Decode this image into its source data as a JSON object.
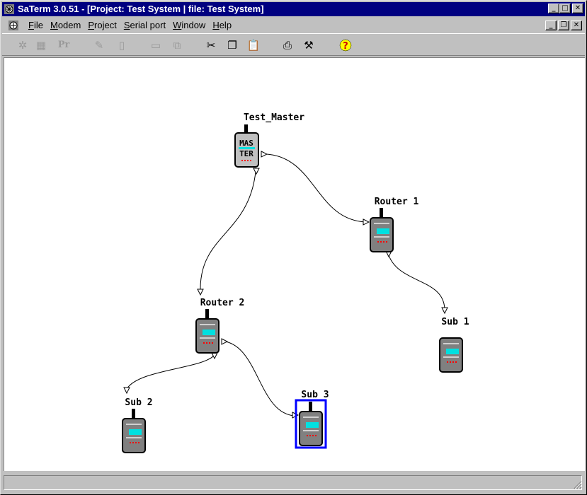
{
  "window": {
    "title": "SaTerm 3.0.51 - [Project: Test System | file: Test System]",
    "buttons": {
      "minimize": "_",
      "restore": "□",
      "close": "✕"
    }
  },
  "menu": {
    "items": [
      {
        "accel": "F",
        "rest": "ile"
      },
      {
        "accel": "M",
        "rest": "odem"
      },
      {
        "accel": "P",
        "rest": "roject"
      },
      {
        "accel": "S",
        "rest": "erial port"
      },
      {
        "accel": "W",
        "rest": "indow"
      },
      {
        "accel": "H",
        "rest": "elp"
      }
    ],
    "mdi_buttons": {
      "minimize": "_",
      "restore": "❐",
      "close": "✕"
    }
  },
  "toolbar": {
    "pr_label": "Pr",
    "icons": [
      "network-icon",
      "modules-icon",
      "pr-icon",
      "pencil-icon",
      "device-icon",
      "frame-icon",
      "arrange-icon",
      "cut-icon",
      "copy-icon",
      "paste-icon",
      "print-icon",
      "wizard-icon",
      "help-icon"
    ]
  },
  "nodes": [
    {
      "id": "test_master",
      "label": "Test_Master",
      "type": "master",
      "text_top": "MAS",
      "text_bottom": "TER",
      "selected": false
    },
    {
      "id": "router1",
      "label": "Router 1",
      "type": "router",
      "selected": false
    },
    {
      "id": "router2",
      "label": "Router 2",
      "type": "router",
      "selected": false
    },
    {
      "id": "sub1",
      "label": "Sub 1",
      "type": "sub",
      "selected": false
    },
    {
      "id": "sub2",
      "label": "Sub 2",
      "type": "sub",
      "selected": false
    },
    {
      "id": "sub3",
      "label": "Sub 3",
      "type": "sub",
      "selected": true
    }
  ],
  "connections": [
    {
      "from": "test_master",
      "to": "router1"
    },
    {
      "from": "test_master",
      "to": "router2"
    },
    {
      "from": "router1",
      "to": "sub1"
    },
    {
      "from": "router2",
      "to": "sub2"
    },
    {
      "from": "router2",
      "to": "sub3"
    }
  ],
  "colors": {
    "titlebar": "#000080",
    "screen": "#00e0e0",
    "leds": "#ff0000",
    "device_body": "#808080",
    "selection": "#0000ff"
  },
  "status": {
    "text": ""
  }
}
